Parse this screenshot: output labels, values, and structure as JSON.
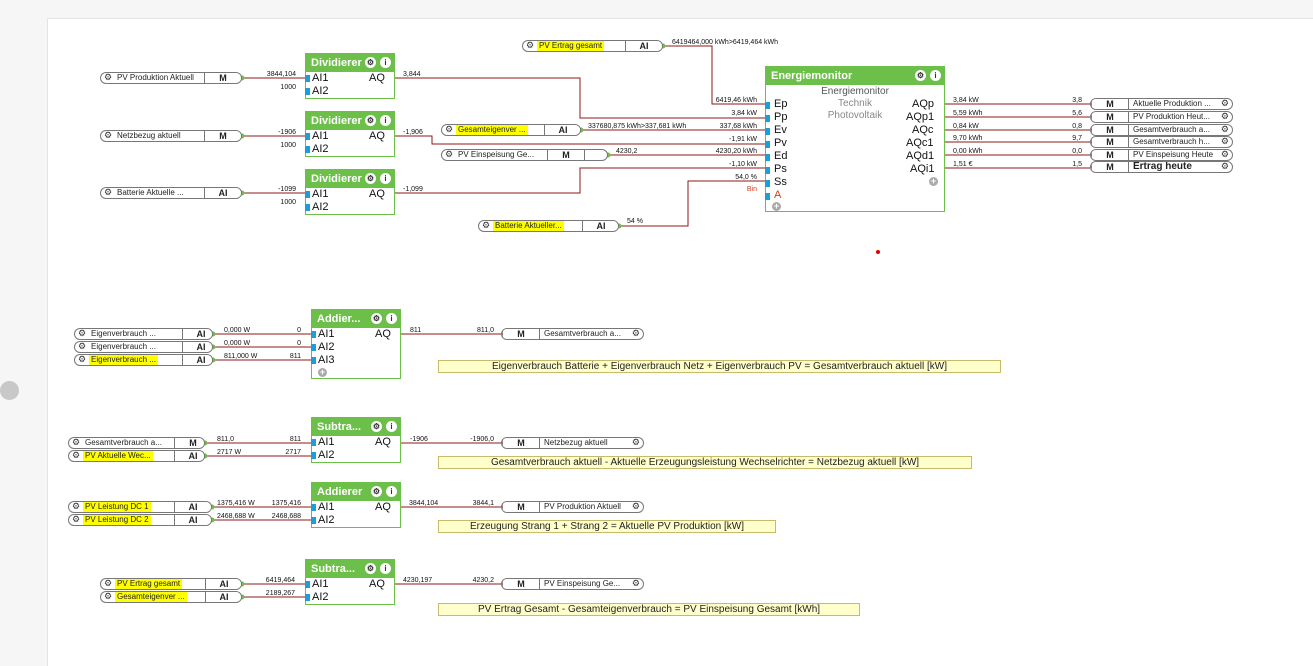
{
  "canvas": {
    "marker_color": "#e00000",
    "accent": "#6cbf49",
    "wire_color": "#8b1a1a",
    "input_pin_color": "#1e9ed8",
    "highlight_color": "#ffff00"
  },
  "inputs": {
    "pv_ertrag_top": {
      "name": "PV Ertrag gesamt",
      "type": "AI"
    },
    "pv_prod_aktuell": {
      "name": "PV Produktion Aktuell",
      "type": "M"
    },
    "netzbezug": {
      "name": "Netzbezug aktuell",
      "type": "M"
    },
    "batterie_1": {
      "name": "Batterie Aktuelle ...",
      "type": "AI"
    },
    "gesamteigenver": {
      "name": "Gesamteigenver ...",
      "type": "AI"
    },
    "pv_einspeisung": {
      "name": "PV Einspeisung Ge...",
      "type": "M"
    },
    "batterie_2": {
      "name": "Batterie Aktueller...",
      "type": "AI"
    },
    "eigen1": {
      "name": "Eigenverbrauch ...",
      "type": "AI"
    },
    "eigen2": {
      "name": "Eigenverbrauch ...",
      "type": "AI"
    },
    "eigen3": {
      "name": "Eigenverbrauch ...",
      "type": "AI"
    },
    "gesamtverb_a": {
      "name": "Gesamtverbrauch a...",
      "type": "M"
    },
    "pv_aktuelle_wec": {
      "name": "PV Aktuelle Wec...",
      "type": "AI"
    },
    "pv_dc1": {
      "name": "PV Leistung DC 1",
      "type": "AI"
    },
    "pv_dc2": {
      "name": "PV Leistung DC 2",
      "type": "AI"
    },
    "pv_ertrag_bottom": {
      "name": "PV Ertrag gesamt",
      "type": "AI"
    },
    "gesamteigenver_2": {
      "name": "Gesamteigenver ...",
      "type": "AI"
    }
  },
  "outputs": {
    "o1": {
      "name": "Aktuelle Produktion ...",
      "type": "M"
    },
    "o2": {
      "name": "PV Produktion Heut...",
      "type": "M"
    },
    "o3": {
      "name": "Gesamtverbrauch a...",
      "type": "M"
    },
    "o4": {
      "name": "Gesamtverbrauch h...",
      "type": "M"
    },
    "o5": {
      "name": "PV Einspeisung Heute",
      "type": "M"
    },
    "o6": {
      "name": "Ertrag heute",
      "type": "M"
    },
    "add1_out": {
      "name": "Gesamtverbrauch a...",
      "type": "M"
    },
    "sub1_out": {
      "name": "Netzbezug aktuell",
      "type": "M"
    },
    "add2_out": {
      "name": "PV Produktion Aktuell",
      "type": "M"
    },
    "sub2_out": {
      "name": "PV Einspeisung Ge...",
      "type": "M"
    }
  },
  "blocks": {
    "div1": {
      "title": "Dividierer",
      "pins_in": [
        "AI1",
        "AI2"
      ],
      "pin_out": "AQ"
    },
    "div2": {
      "title": "Dividierer",
      "pins_in": [
        "AI1",
        "AI2"
      ],
      "pin_out": "AQ"
    },
    "div3": {
      "title": "Dividierer",
      "pins_in": [
        "AI1",
        "AI2"
      ],
      "pin_out": "AQ"
    },
    "energie": {
      "title": "Energiemonitor",
      "subtitle1": "Energiemonitor",
      "subtitle2": "Technik",
      "subtitle3": "Photovoltaik",
      "pins_in": [
        "Ep",
        "Pp",
        "Ev",
        "Pv",
        "Ed",
        "Ps",
        "Ss",
        "A"
      ],
      "pins_out": [
        "AQp",
        "AQp1",
        "AQc",
        "AQc1",
        "AQd1",
        "AQi1"
      ]
    },
    "add1": {
      "title": "Addier...",
      "pins_in": [
        "AI1",
        "AI2",
        "AI3"
      ],
      "pin_out": "AQ"
    },
    "sub1": {
      "title": "Subtra...",
      "pins_in": [
        "AI1",
        "AI2"
      ],
      "pin_out": "AQ"
    },
    "add2": {
      "title": "Addierer",
      "pins_in": [
        "AI1",
        "AI2"
      ],
      "pin_out": "AQ"
    },
    "sub2": {
      "title": "Subtra...",
      "pins_in": [
        "AI1",
        "AI2"
      ],
      "pin_out": "AQ"
    }
  },
  "values": {
    "pv_ertrag_top": "6419464,000 kWh>6419,464 kWh",
    "div1_in1": "3844,104",
    "div1_in2": "1000",
    "div1_out": "3,844",
    "div2_in1": "-1906",
    "div2_in2": "1000",
    "div2_out": "-1,906",
    "div3_in1": "-1099",
    "div3_in2": "1000",
    "div3_out": "-1,099",
    "gesamteigenver": "337680,875 kWh>337,681 kWh",
    "pv_einspeisung": "4230,2",
    "batterie_2": "54 %",
    "em_ep": "6419,46 kWh",
    "em_pp": "3,84 kW",
    "em_ev": "337,68 kWh",
    "em_pv": "-1,91 kW",
    "em_ed": "4230,20 kWh",
    "em_ps": "-1,10 kW",
    "em_ss": "54,0 %",
    "em_a": "Bin",
    "em_aqp": "3,84 kW",
    "em_aqp1": "5,59 kWh",
    "em_aqc": "0,84 kW",
    "em_aqc1": "9,70 kWh",
    "em_aqd1": "0,00 kWh",
    "em_aqi1": "1,51 €",
    "o1": "3,8",
    "o2": "5,6",
    "o3": "0,8",
    "o4": "9,7",
    "o5": "0,0",
    "o6": "1,5",
    "eigen1": "0,000 W",
    "eigen2": "0,000 W",
    "eigen3": "811,000 W",
    "add1_in1": "0",
    "add1_in2": "0",
    "add1_in3": "811",
    "add1_out": "811",
    "add1_res": "811,0",
    "gesamtverb_a": "811,0",
    "pv_aktuelle_wec": "2717 W",
    "sub1_in1": "811",
    "sub1_in2": "2717",
    "sub1_out": "-1906",
    "sub1_res": "-1906,0",
    "pv_dc1": "1375,416 W",
    "pv_dc2": "2468,688 W",
    "add2_in1": "1375,416",
    "add2_in2": "2468,688",
    "add2_out": "3844,104",
    "add2_res": "3844,1",
    "pv_ertrag_bottom": "6419,464",
    "gesamteigenver_2": "2189,267",
    "sub2_out": "4230,197",
    "sub2_res": "4230,2"
  },
  "notes": {
    "n1": "Eigenverbrauch Batterie + Eigenverbrauch Netz + Eigenverbrauch PV = Gesamtverbrauch aktuell [kW]",
    "n2": "Gesamtverbrauch aktuell - Aktuelle Erzeugungsleistung Wechselrichter = Netzbezug aktuell [kW]",
    "n3": "Erzeugung Strang 1 + Strang 2 = Aktuelle PV Produktion [kW]",
    "n4": "PV Ertrag Gesamt - Gesamteigenverbrauch = PV Einspeisung Gesamt [kWh]"
  },
  "icons": {
    "gear": "⚙",
    "info": "i",
    "plus": "+"
  }
}
